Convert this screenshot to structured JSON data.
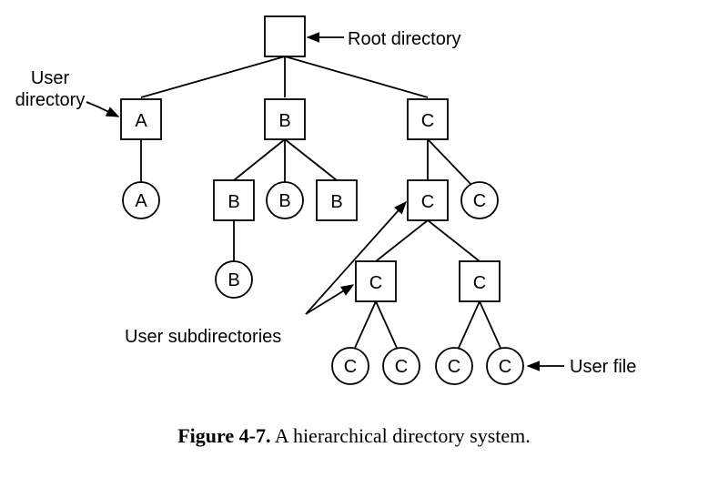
{
  "annotations": {
    "root_directory": "Root directory",
    "user_directory_line1": "User",
    "user_directory_line2": "directory",
    "user_subdirectories": "User subdirectories",
    "user_file": "User file"
  },
  "nodes": {
    "root": "",
    "dir_a": "A",
    "dir_b": "B",
    "dir_c": "C",
    "file_a": "A",
    "subdir_b1": "B",
    "file_b1": "B",
    "subdir_b2": "B",
    "file_b2": "B",
    "subdir_c1": "C",
    "file_c1": "C",
    "subdir_c2": "C",
    "subdir_c3": "C",
    "file_c2": "C",
    "file_c3": "C",
    "file_c4": "C",
    "file_c5": "C"
  },
  "caption": {
    "label": "Figure 4-7.",
    "text": "A hierarchical directory system."
  }
}
